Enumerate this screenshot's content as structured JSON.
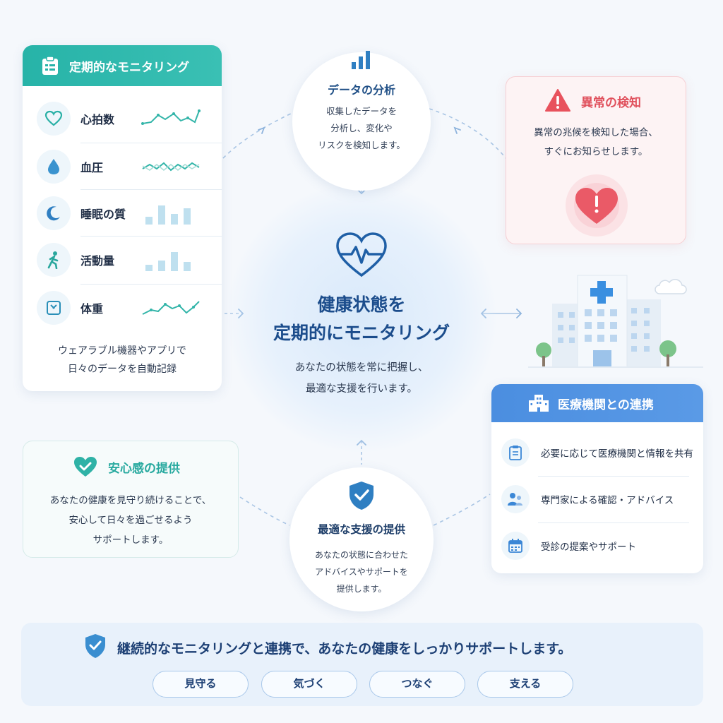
{
  "monitoring": {
    "title": "定期的なモニタリング",
    "items": [
      {
        "label": "心拍数",
        "icon": "heart-outline-icon"
      },
      {
        "label": "血圧",
        "icon": "water-drop-icon"
      },
      {
        "label": "睡眠の質",
        "icon": "moon-icon"
      },
      {
        "label": "活動量",
        "icon": "walking-person-icon"
      },
      {
        "label": "体重",
        "icon": "scale-icon"
      }
    ],
    "footer_line1": "ウェアラブル機器やアプリで",
    "footer_line2": "日々のデータを自動記録"
  },
  "analysis": {
    "title": "データの分析",
    "line1": "収集したデータを",
    "line2": "分析し、変化や",
    "line3": "リスクを検知します。"
  },
  "anomaly": {
    "title": "異常の検知",
    "line1": "異常の兆候を検知した場合、",
    "line2": "すぐにお知らせします。"
  },
  "center": {
    "title_line1": "健康状態を",
    "title_line2": "定期的にモニタリング",
    "desc_line1": "あなたの状態を常に把握し、",
    "desc_line2": "最適な支援を行います。"
  },
  "reassurance": {
    "title": "安心感の提供",
    "line1": "あなたの健康を見守り続けることで、",
    "line2": "安心して日々を過ごせるよう",
    "line3": "サポートします。"
  },
  "support": {
    "title": "最適な支援の提供",
    "line1": "あなたの状態に合わせた",
    "line2": "アドバイスやサポートを",
    "line3": "提供します。"
  },
  "medical": {
    "title": "医療機関との連携",
    "items": [
      {
        "label": "必要に応じて医療機関と情報を共有",
        "icon": "clipboard-icon"
      },
      {
        "label": "専門家による確認・アドバイス",
        "icon": "doctor-icon"
      },
      {
        "label": "受診の提案やサポート",
        "icon": "calendar-icon"
      }
    ]
  },
  "banner": {
    "message": "継続的なモニタリングと連携で、あなたの健康をしっかりサポートします。",
    "pills": [
      "見守る",
      "気づく",
      "つなぐ",
      "支える"
    ]
  },
  "colors": {
    "teal": "#27b3a8",
    "blue": "#4b8ee0",
    "navy": "#1c4d8c",
    "alert": "#e0505c"
  }
}
